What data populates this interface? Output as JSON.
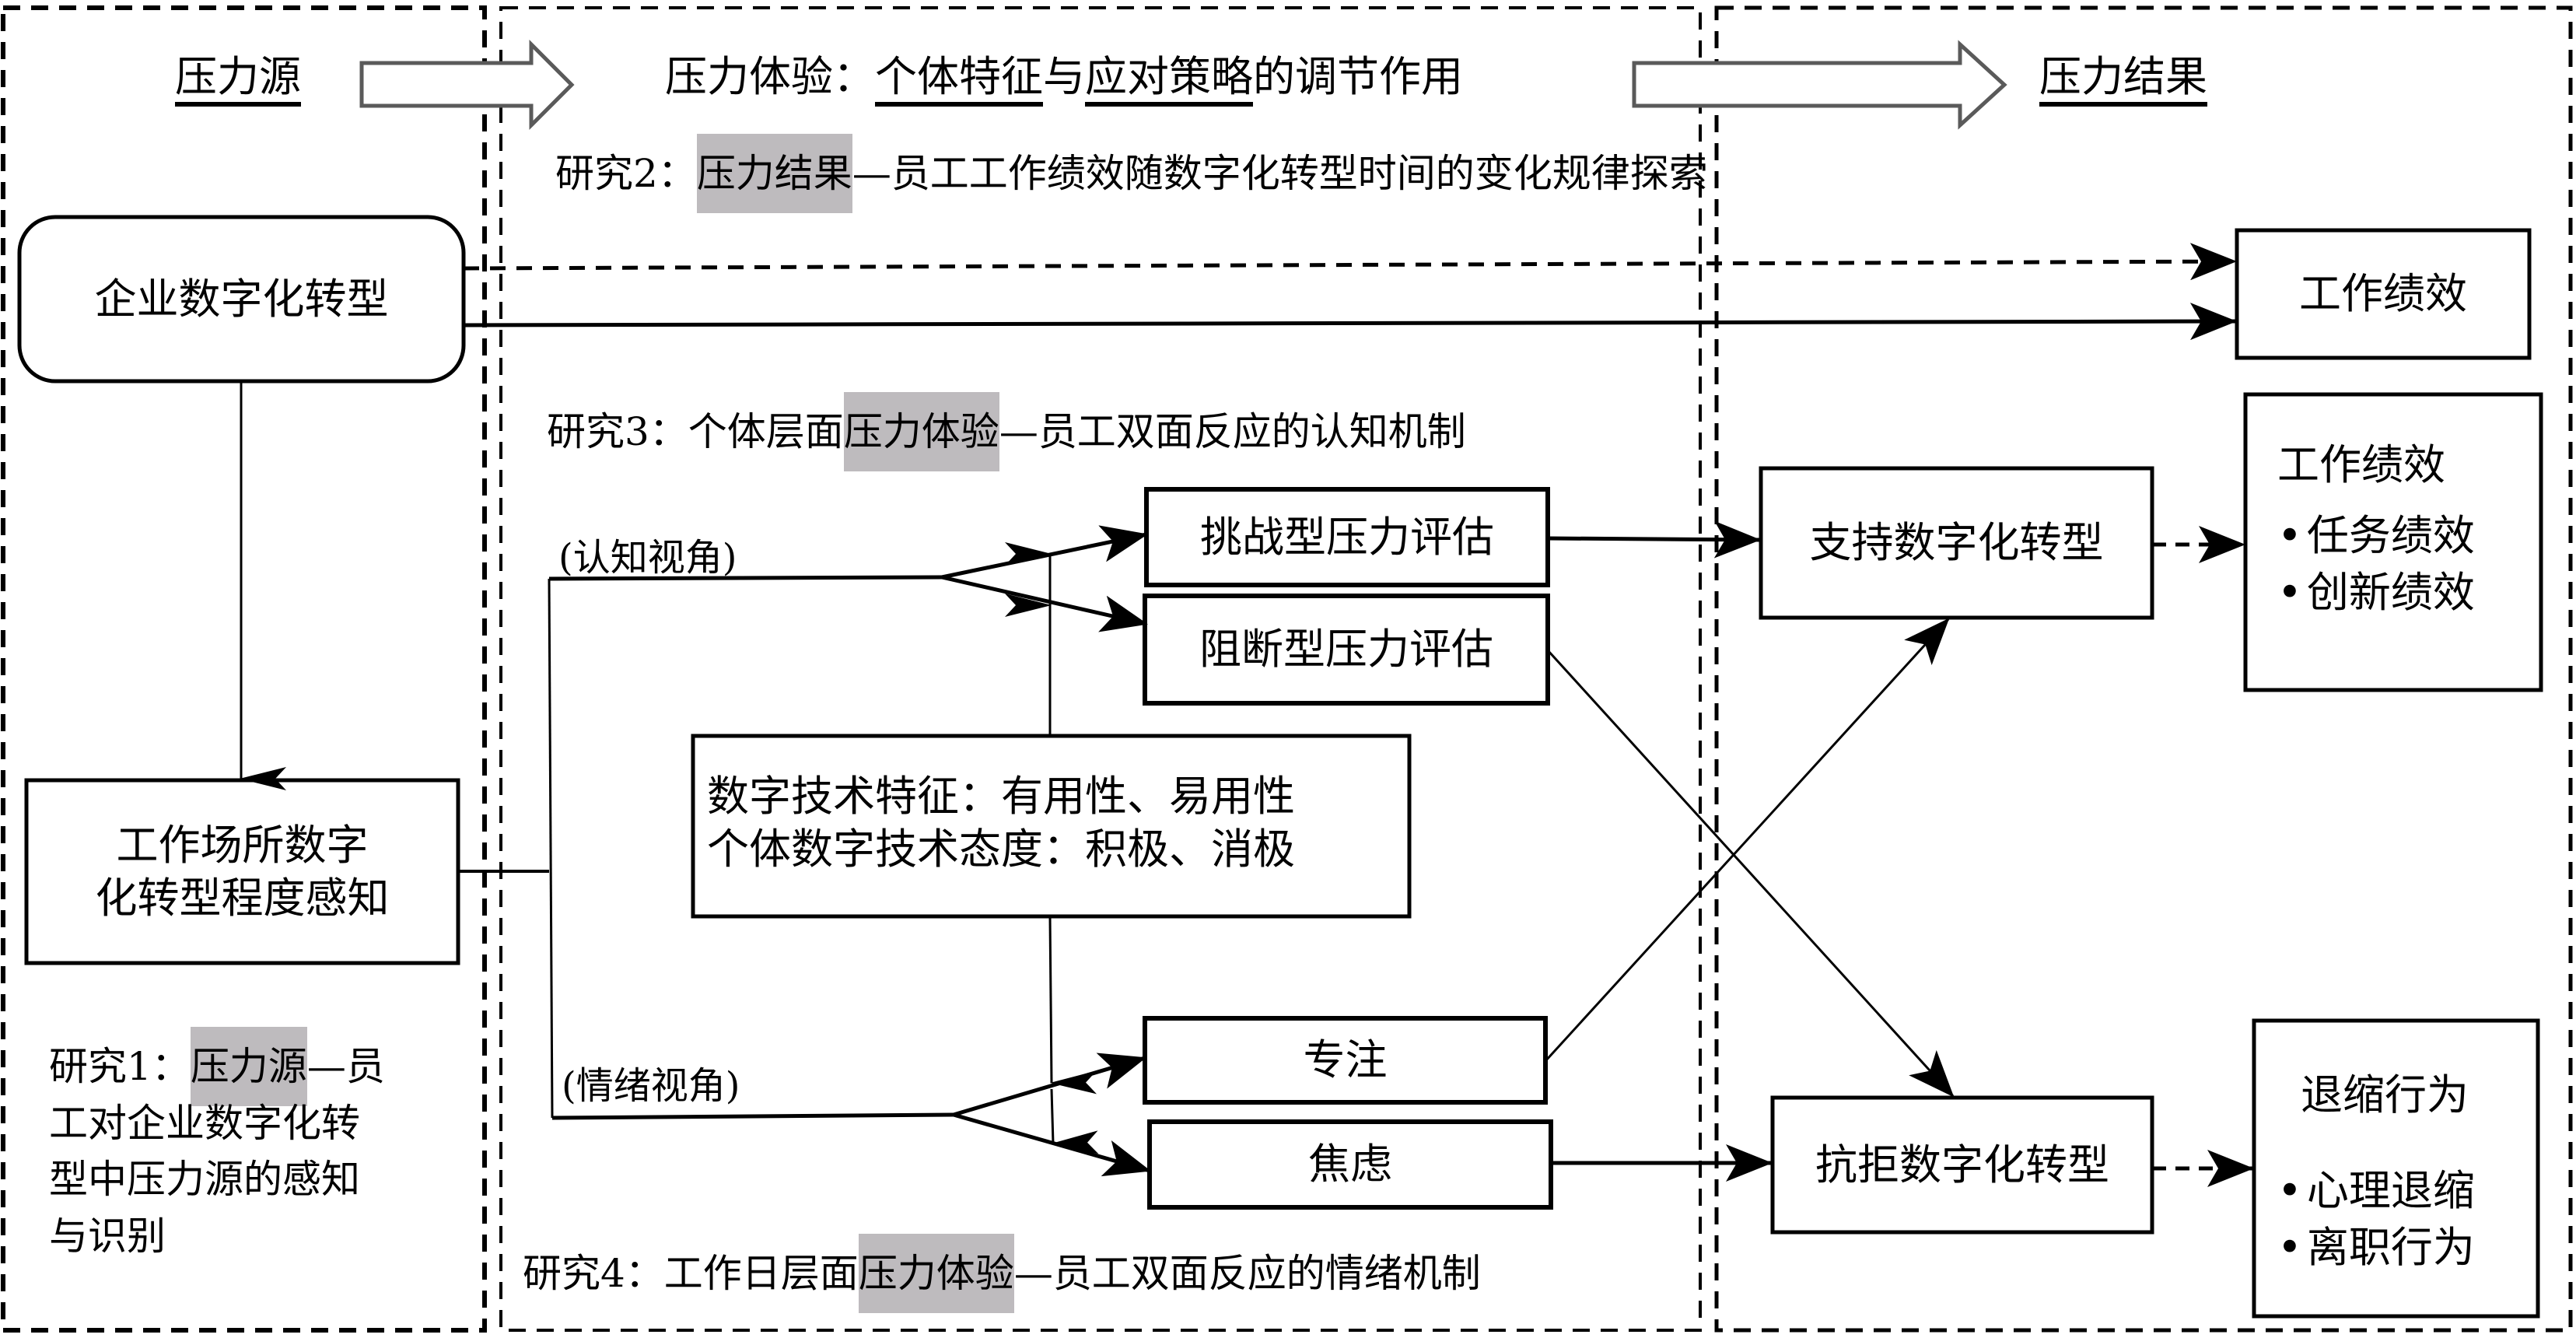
{
  "header": {
    "stressor": "压力源",
    "experience_prefix": "压力体验：",
    "experience_part1": "个体特征",
    "experience_mid": "与",
    "experience_part2": "应对策略",
    "experience_suffix": "的调节作用",
    "outcome": "压力结果"
  },
  "studies": {
    "study1": {
      "prefix": "研究1：",
      "highlight": "压力源",
      "rest_line1": "—员",
      "rest_lines": [
        "工对企业数字化转",
        "型中压力源的感知",
        "与识别"
      ]
    },
    "study2": {
      "prefix": "研究2：",
      "highlight": "压力结果",
      "rest": "—员工工作绩效随数字化转型时间的变化规律探索"
    },
    "study3": {
      "prefix": "研究3：个体层面",
      "highlight": "压力体验",
      "rest": "—员工双面反应的认知机制"
    },
    "study4": {
      "prefix": "研究4：工作日层面",
      "highlight": "压力体验",
      "rest": "—员工双面反应的情绪机制"
    }
  },
  "nodes": {
    "enterprise_dt": "企业数字化转型",
    "workplace_dt_perception": [
      "工作场所数字",
      "化转型程度感知"
    ],
    "job_performance_top": "工作绩效",
    "challenge_appraisal": "挑战型压力评估",
    "hindrance_appraisal": "阻断型压力评估",
    "moderators": [
      "数字技术特征：有用性、易用性",
      "个体数字技术态度：积极、消极"
    ],
    "focus": "专注",
    "anxiety": "焦虑",
    "support_dt": "支持数字化转型",
    "resist_dt": "抗拒数字化转型",
    "performance_list": {
      "title": "工作绩效",
      "items": [
        "任务绩效",
        "创新绩效"
      ]
    },
    "withdrawal_list": {
      "title": "退缩行为",
      "items": [
        "心理退缩",
        "离职行为"
      ]
    }
  },
  "perspectives": {
    "cognitive": "(认知视角)",
    "emotional": "(情绪视角)"
  },
  "colors": {
    "highlight": "#bebbbe",
    "block_arrow": "#5a5a5a",
    "line": "#000000"
  }
}
